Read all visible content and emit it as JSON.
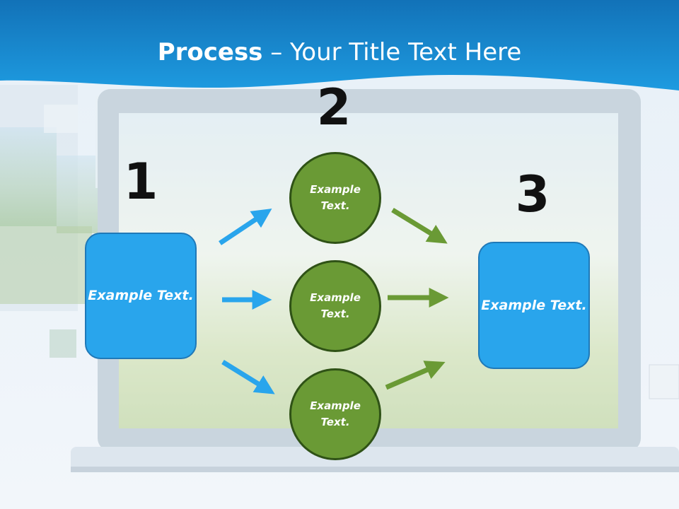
{
  "slide": {
    "title_bold": "Process",
    "title_rest": " – Your Title Text Here"
  },
  "steps": [
    {
      "number": "1",
      "label": "Example Text."
    },
    {
      "number": "2",
      "nodes": [
        "Example Text.",
        "Example Text.",
        "Example Text."
      ]
    },
    {
      "number": "3",
      "label": "Example Text."
    }
  ],
  "colors": {
    "header_blue": "#1a8fd8",
    "box_blue": "#29a5ec",
    "circle_green": "#6a9a35",
    "arrow_blue": "#29a5ec",
    "arrow_green": "#6a9a35"
  }
}
